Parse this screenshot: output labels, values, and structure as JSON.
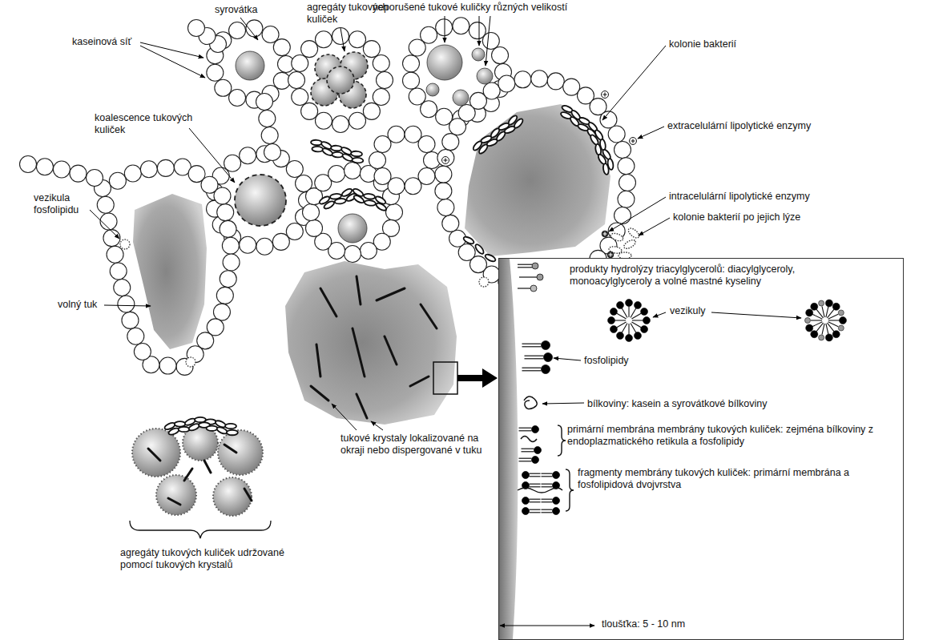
{
  "diagram": {
    "nodes": [
      {
        "text": [
          "produkty hydrolýzy triacylglycerolů: diacylglyceroly, monoacylglyceroly a volné mastné kyseliny",
          "vezikuly",
          "fosfolipidy",
          "bílkoviny: kasein a syrovátkové bílkoviny",
          "primární membrána membrány tukových kuliček: zejména bílkoviny z endoplazmatického retikula a fosfolipidy",
          "fragmenty membrány tukových kuliček: primární membrána a fosfolipidová dvojvrstva",
          "tloušťka: 5 - 10 nm"
        ]
      }
    ],
    "labels": [
      "syrovátka",
      "agregáty tukových kuliček",
      "neporušené tukové kuličky různých velikostí",
      "kaseinová síť",
      "kolonie bakterií",
      "koalescence tukových kuliček",
      "extracelulární lipolytické enzymy",
      "vezikula fosfolipidu",
      "intracelulární lipolytické enzymy",
      "kolonie bakterií po jejich lýze",
      "volný tuk",
      "tukové krystaly lokalizované na okraji nebo dispergované v tuku",
      "agregáty tukových kuliček udržované pomocí tukových krystalů"
    ]
  }
}
